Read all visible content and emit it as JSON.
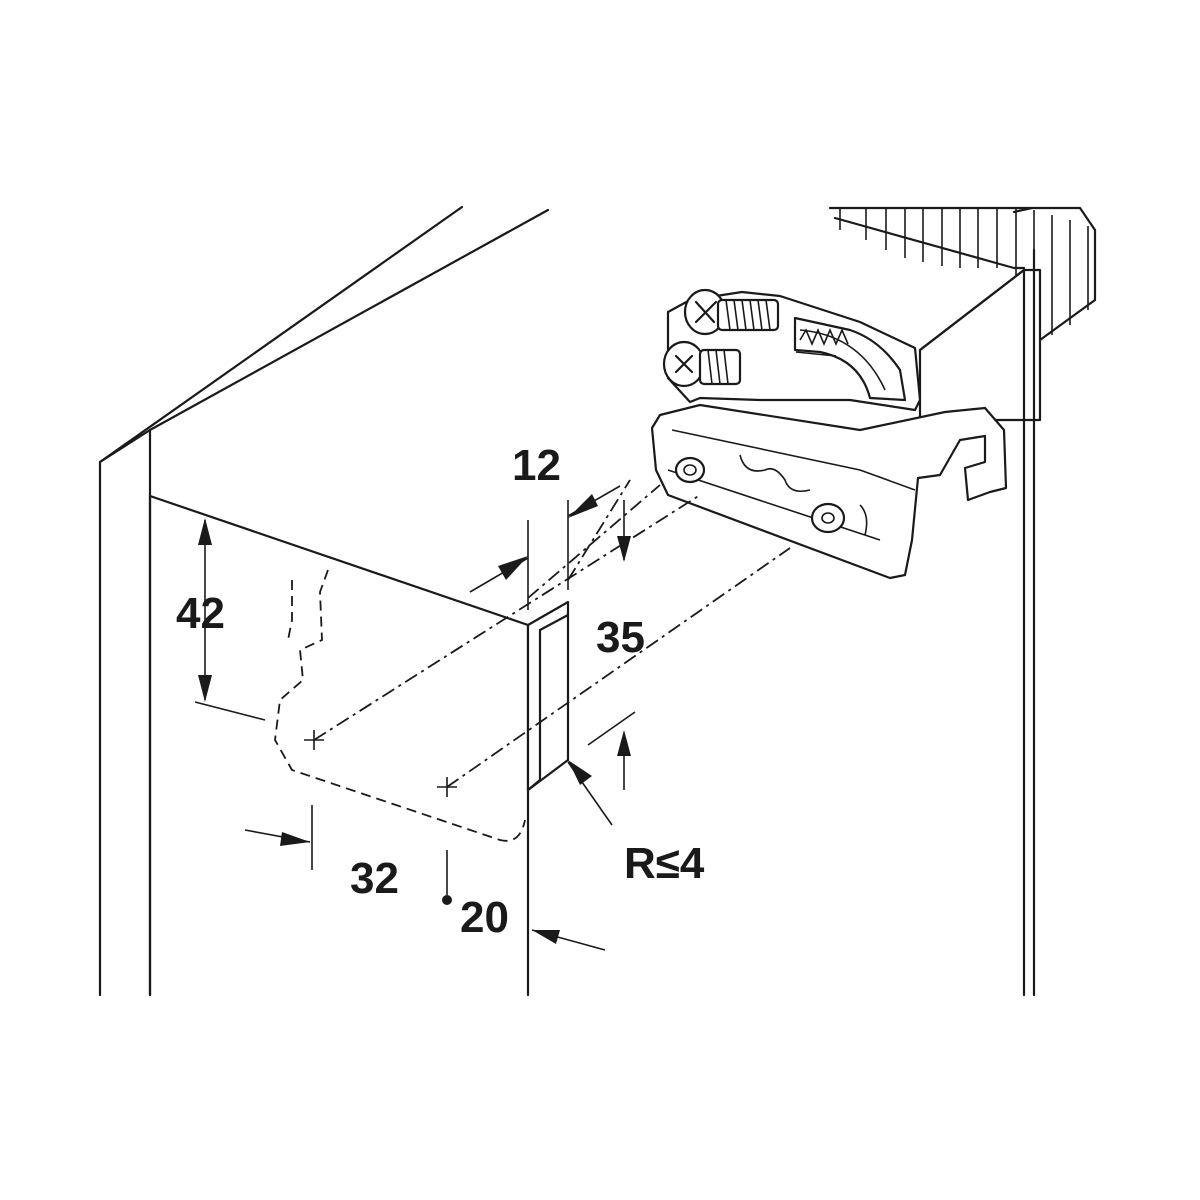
{
  "dimensions": {
    "d12": "12",
    "d42": "42",
    "d35": "35",
    "d32": "32",
    "d20": "20",
    "radius": "R≤4"
  }
}
